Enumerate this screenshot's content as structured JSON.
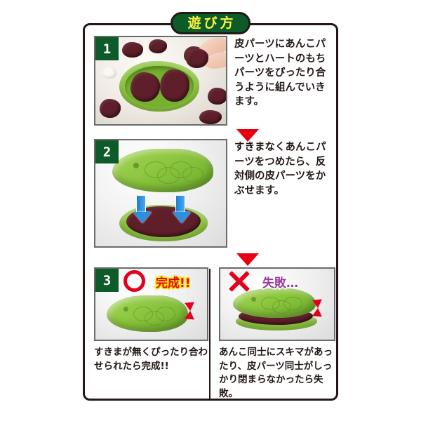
{
  "header": {
    "title": "遊び方"
  },
  "steps": [
    {
      "number": "1",
      "text": "皮パーツにあんこパーツとハートのもちパーツをぴったり合うように組んでいきます。",
      "photo_alt": "green-fish-mold-with-anko-pieces-and-hand"
    },
    {
      "number": "2",
      "text": "すきまなくあんこパーツをつめたら、反対側の皮パーツをかぶせます。",
      "photo_alt": "fish-lid-above-filled-mold-with-blue-down-arrows"
    }
  ],
  "results": {
    "success": {
      "number": "3",
      "mark": "circle-mark",
      "label": "完成!!",
      "label_color": "#e2001a",
      "label_outline": "#ffe400",
      "caption": "すきまが無くぴったり合わせられたら完成!!",
      "photo_alt": "closed-green-fish-mold-no-gap"
    },
    "failure": {
      "mark": "x-mark",
      "label": "失敗…",
      "label_color": "#9b3a9b",
      "label_outline": "#ffffff",
      "caption": "あんこ同士にスキマがあったり、皮パーツ同士がしっかり閉まらなかったら失敗。",
      "photo_alt": "green-fish-mold-with-anko-squeezing-out-gap"
    }
  },
  "colors": {
    "frame_border": "#231815",
    "title_pill_bg": "#0d5b28",
    "title_text": "#fff33f",
    "badge_bg": "#0d5b28",
    "arrow_red": "#e60012",
    "mold_green": "#8cc63e",
    "anko_red": "#5e1f2a",
    "blue_arrow": "#2a90df"
  },
  "arrows": {
    "flow_1_to_2": "red-down-triangle",
    "flow_2_to_3": "red-down-triangle"
  }
}
